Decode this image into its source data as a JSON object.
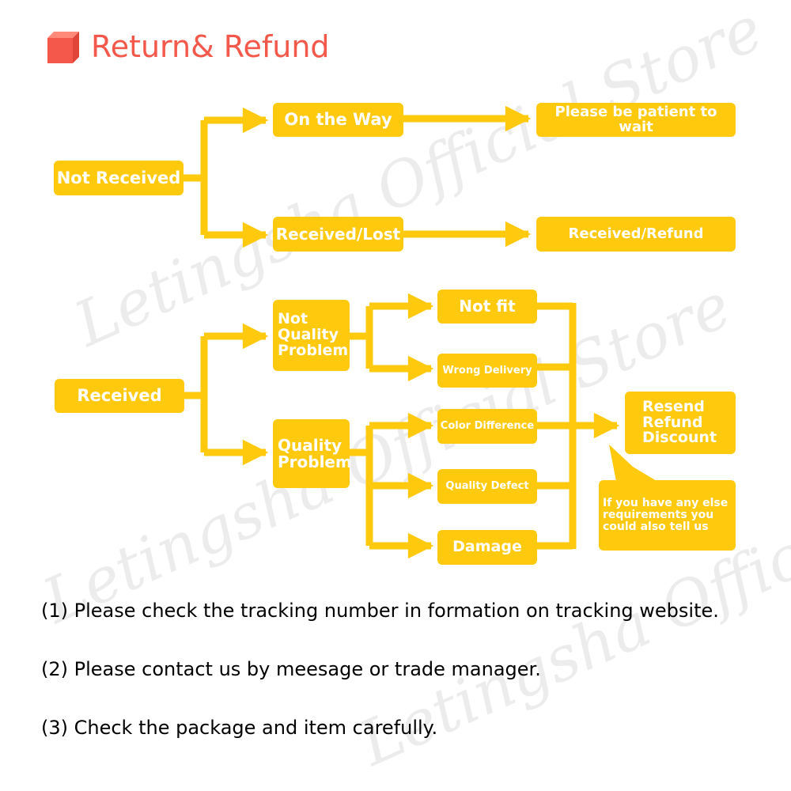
{
  "header": {
    "title": "Return& Refund"
  },
  "watermark": {
    "text": "Letingsha Official Store"
  },
  "colors": {
    "title": "#f4584a",
    "flow": "#ffc90e",
    "box_text": "#ffffff"
  },
  "flowchart": {
    "not_received": {
      "label": "Not Received",
      "on_the_way": "On the Way",
      "please_wait": "Please be patient to wait",
      "received_lost": "Received/Lost",
      "received_refund": "Received/Refund"
    },
    "received": {
      "label": "Received",
      "not_quality_problem": "Not\nQuality\nProblem",
      "quality_problem": "Quality\nProblem",
      "not_fit": "Not fit",
      "wrong_delivery": "Wrong Delivery",
      "color_difference": "Color Difference",
      "quality_defect": "Quality Defect",
      "damage": "Damage",
      "resolution": "Resend\nRefund\nDiscount",
      "callout": "If you have any else\nrequirements you\ncould also tell us"
    }
  },
  "notes": [
    "(1) Please check the tracking number in formation on tracking website.",
    "(2) Please contact us by meesage or trade manager.",
    "(3) Check the package and item carefully."
  ]
}
